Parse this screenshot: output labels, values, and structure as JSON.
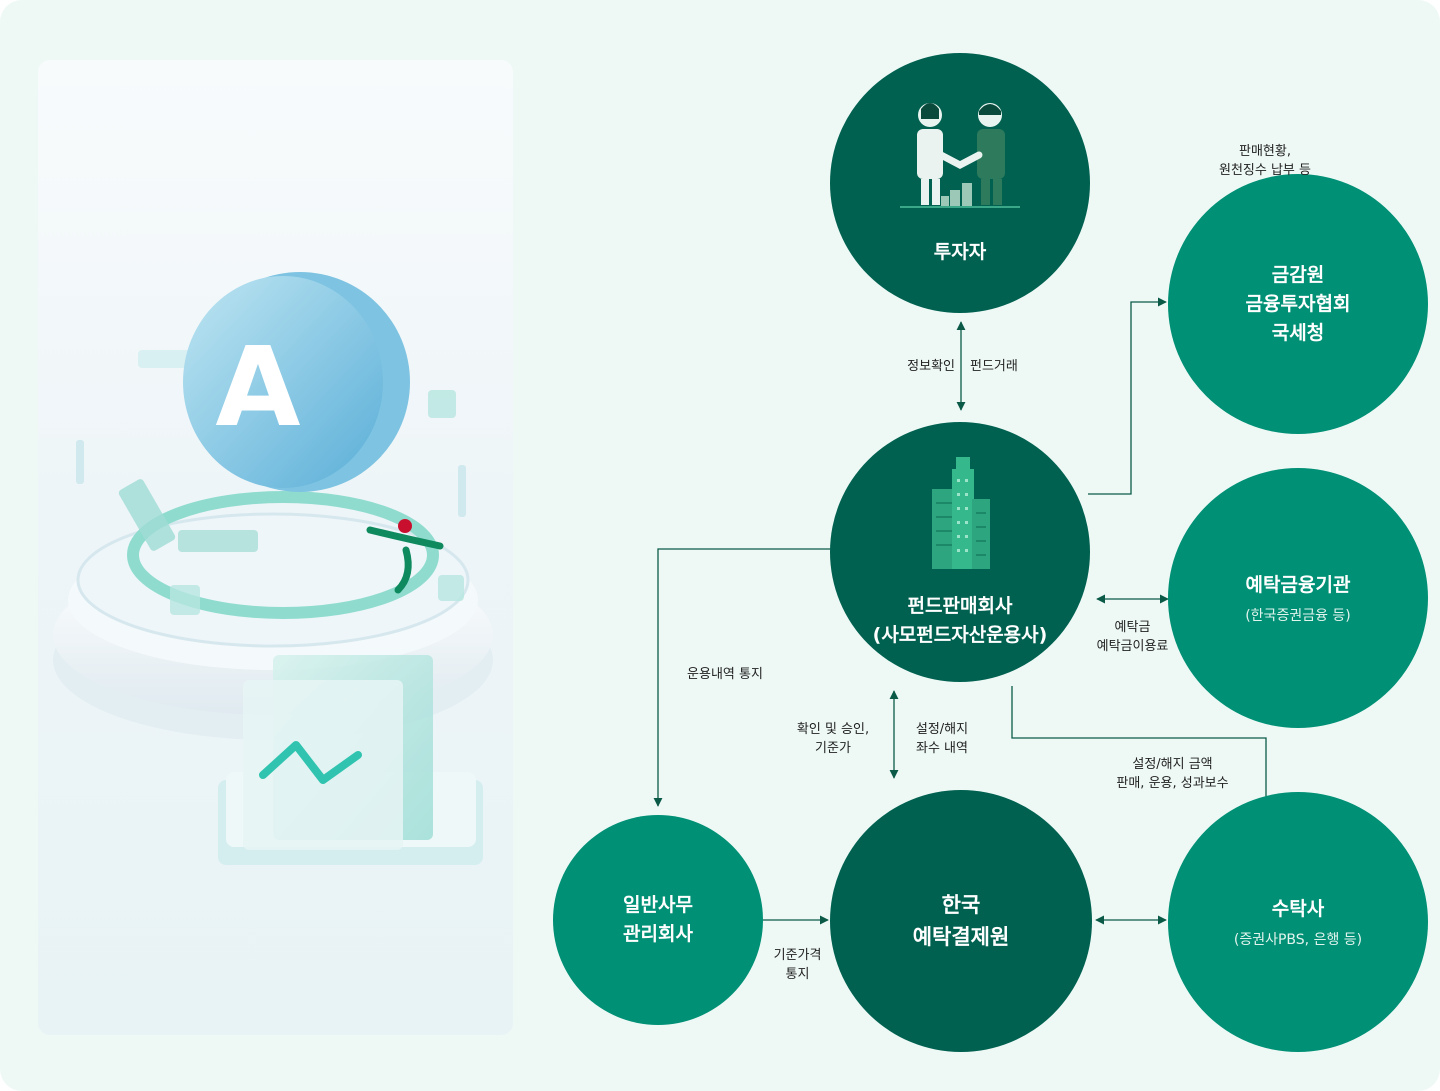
{
  "nodes": {
    "investor": {
      "title": "투자자"
    },
    "regulators": {
      "title": "금감원\n금융투자협회\n국세청"
    },
    "fund_seller": {
      "title": "펀드판매회사\n(사모펀드자산운용사)"
    },
    "deposit_institution": {
      "title": "예탁금융기관",
      "sub": "(한국증권금융 등)"
    },
    "admin_company": {
      "title": "일반사무\n관리회사"
    },
    "ksd": {
      "title": "한국\n예탁결제원"
    },
    "trustee": {
      "title": "수탁사",
      "sub": "(증권사PBS, 은행 등)"
    }
  },
  "labels": {
    "info_check": "정보확인",
    "fund_trade": "펀드거래",
    "sales_status": "판매현황,\n원천징수 납부 등",
    "deposit": "예탁금\n예탁금이용료",
    "operation_notice": "운용내역 통지",
    "confirm_approve": "확인 및 승인,\n기준가",
    "setup_cancel": "설정/해지\n좌수 내역",
    "setup_amount": "설정/해지 금액\n판매, 운용, 성과보수",
    "base_price_notice": "기준가격\n통지"
  },
  "colors": {
    "dark_node": "#006150",
    "light_node": "#009075",
    "line": "#0b5a48",
    "background": "#eef9f6"
  },
  "icons": {
    "investor": "handshake-icon",
    "fund_seller": "building-icon",
    "illustration": "coin-A-platform-illustration"
  }
}
